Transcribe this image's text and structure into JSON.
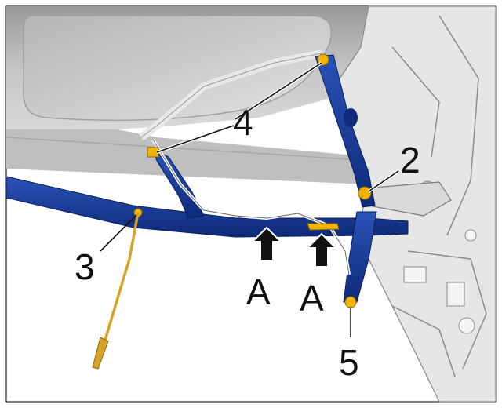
{
  "figure": {
    "callouts": {
      "2": "2",
      "3": "3",
      "4": "4",
      "5": "5"
    },
    "arrows": {
      "a_left": "A",
      "a_right": "A"
    }
  },
  "colors": {
    "background": "#ffffff",
    "roof_panel": "#c9c9c9",
    "roof_glass": "#d8d8d8",
    "frame": "#e6e6e6",
    "frame_edge": "#9a9a9a",
    "rail_blue": "#1d3f99",
    "rail_blue_dark": "#0e2a78",
    "highlight_yellow": "#f2b400",
    "cable": "#d8a32a"
  },
  "icons": {
    "arrow": "arrow-up-icon"
  }
}
